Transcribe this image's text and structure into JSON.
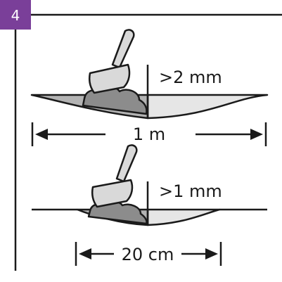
{
  "step": {
    "number": "4",
    "badge_color": "#7a3f99"
  },
  "top_illustration": {
    "depth_label": ">2 mm",
    "width_label": "1 m"
  },
  "bottom_illustration": {
    "depth_label": ">1 mm",
    "width_label": "20 cm"
  },
  "icons": [
    "scoop-icon",
    "filler-pile-icon",
    "depression-icon",
    "double-arrow-icon"
  ],
  "colors": {
    "line": "#1a1a1a",
    "scoop_fill": "#d9d9d9",
    "filler_fill": "#8c8c8c",
    "hollow_fill": "#e6e6e6"
  }
}
